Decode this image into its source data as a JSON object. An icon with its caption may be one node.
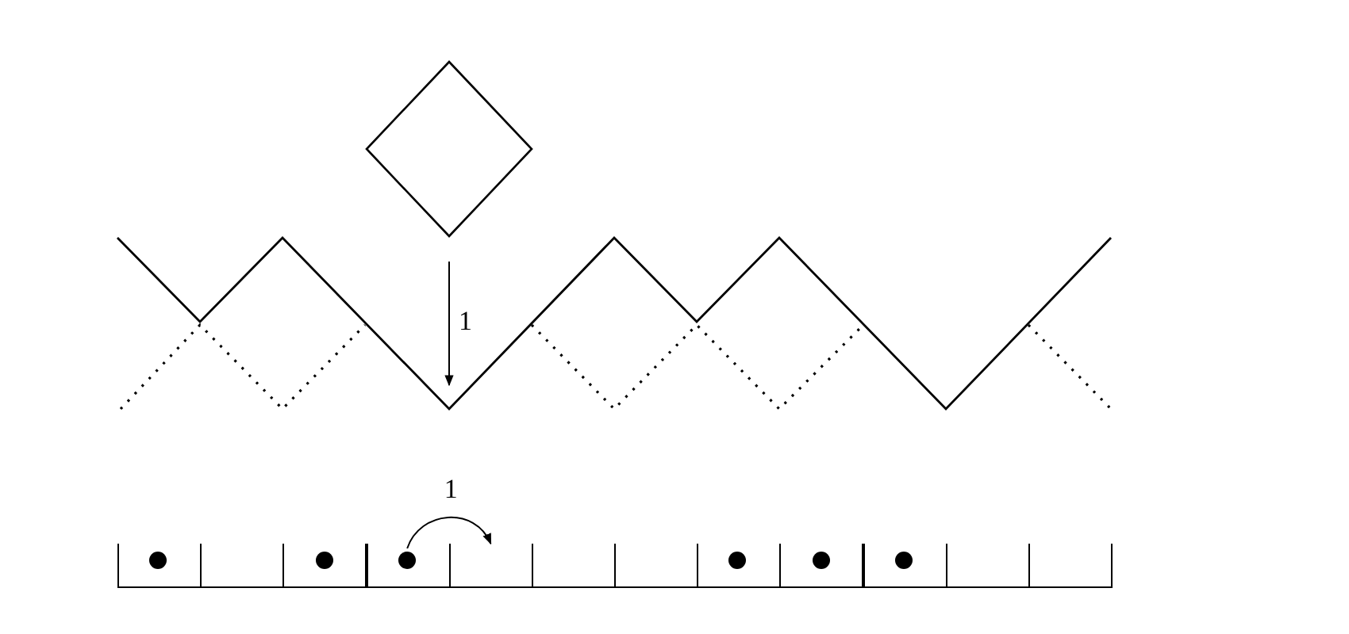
{
  "diagram": {
    "nodes": [
      {
        "text": [],
        "shape": "diamond"
      },
      {
        "text": [],
        "shape": "box"
      },
      {
        "text": [],
        "shape": "box"
      },
      {
        "text": [],
        "shape": "box"
      },
      {
        "text": [],
        "shape": "box"
      },
      {
        "text": [],
        "shape": "box"
      },
      {
        "text": [],
        "shape": "box"
      },
      {
        "text": [],
        "shape": "box"
      },
      {
        "text": [],
        "shape": "box"
      },
      {
        "text": [],
        "shape": "box"
      },
      {
        "text": [],
        "shape": "box"
      },
      {
        "text": [],
        "shape": "box"
      },
      {
        "text": [],
        "shape": "box"
      },
      {
        "text": [],
        "shape": "circle",
        "in": 1
      },
      {
        "text": [],
        "shape": "circle",
        "in": 3
      },
      {
        "text": [],
        "shape": "circle",
        "in": 4
      },
      {
        "text": [],
        "shape": "circle",
        "in": 8
      },
      {
        "text": [],
        "shape": "circle",
        "in": 9
      },
      {
        "text": [],
        "shape": "circle",
        "in": 10
      }
    ],
    "edges": [
      {
        "from": 0,
        "to": null,
        "arrow": "to",
        "label": "1"
      },
      {
        "from": 15,
        "to": 5,
        "arrow": "to",
        "label": "1"
      }
    ]
  }
}
